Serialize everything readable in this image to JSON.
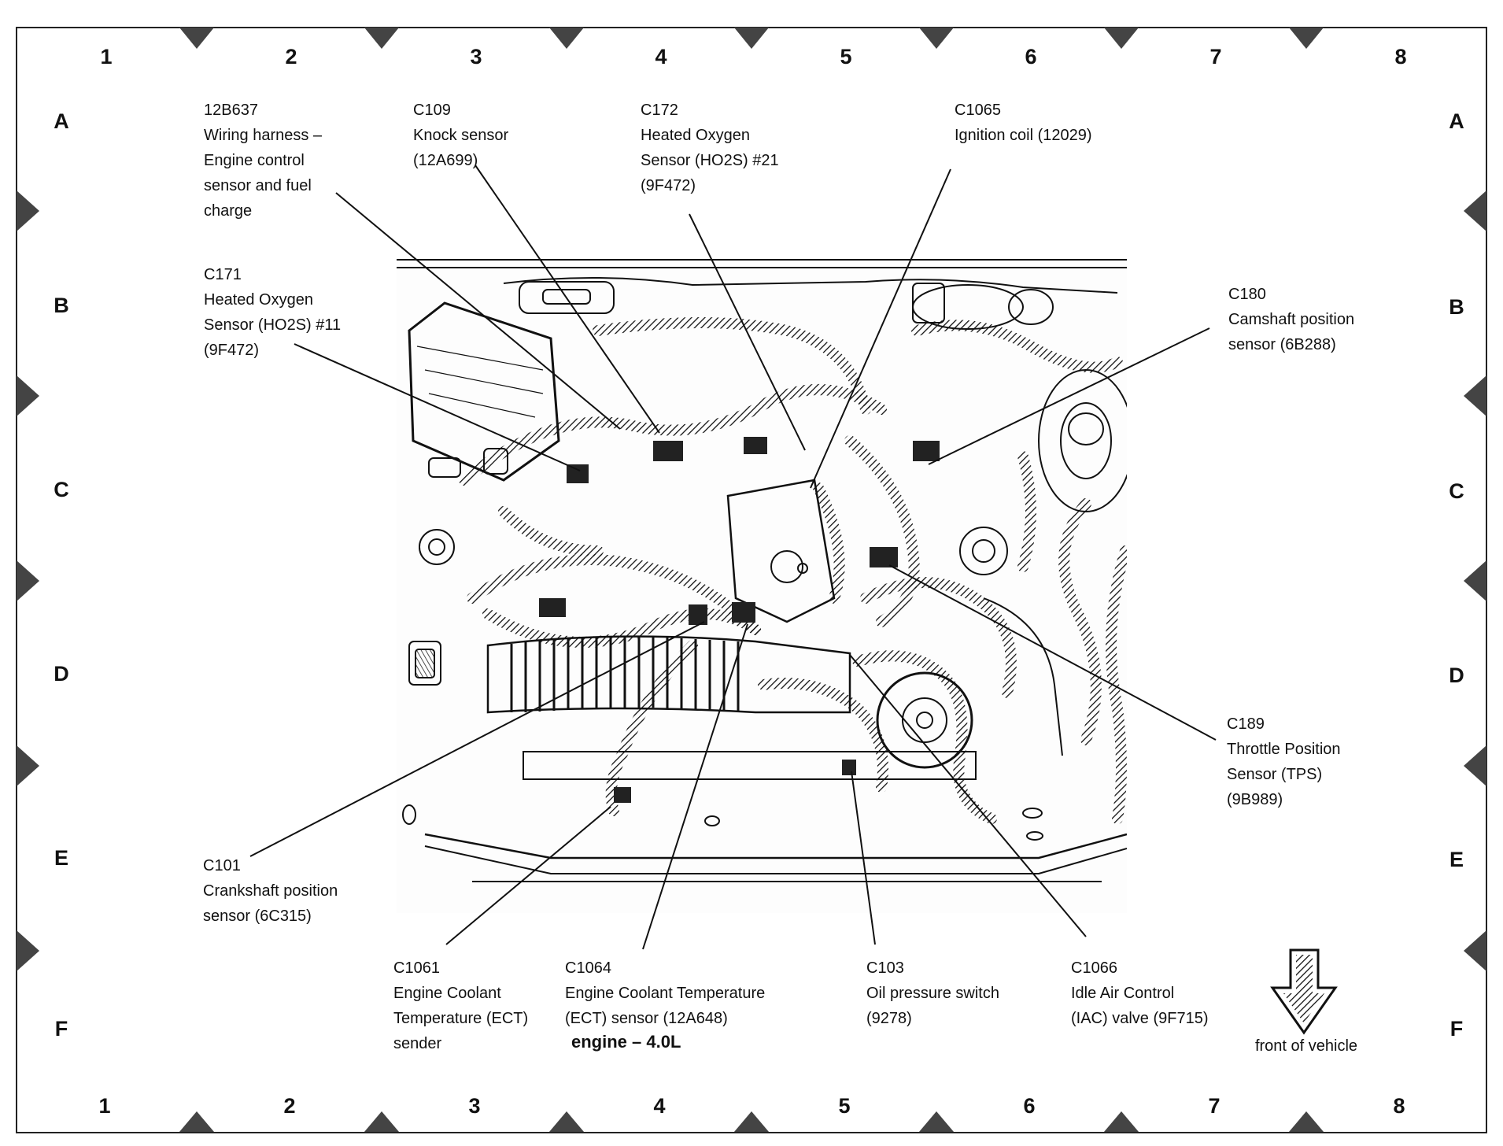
{
  "grid": {
    "columns": [
      "1",
      "2",
      "3",
      "4",
      "5",
      "6",
      "7",
      "8"
    ],
    "rows": [
      "A",
      "B",
      "C",
      "D",
      "E",
      "F"
    ]
  },
  "labels": {
    "wiring_harness": [
      "12B637",
      "Wiring harness –",
      "Engine control",
      "sensor and fuel",
      "charge"
    ],
    "knock_sensor": [
      "C109",
      "Knock sensor",
      "(12A699)"
    ],
    "ho2s_21": [
      "C172",
      "Heated Oxygen",
      "Sensor (HO2S) #21",
      "(9F472)"
    ],
    "ignition_coil": [
      "C1065",
      "Ignition coil (12029)"
    ],
    "ho2s_11": [
      "C171",
      "Heated Oxygen",
      "Sensor (HO2S) #11",
      "(9F472)"
    ],
    "camshaft_sensor": [
      "C180",
      "Camshaft position",
      "sensor (6B288)"
    ],
    "tps": [
      "C189",
      "Throttle Position",
      "Sensor (TPS)",
      "(9B989)"
    ],
    "crankshaft_sensor": [
      "C101",
      "Crankshaft position",
      "sensor (6C315)"
    ],
    "ect_sender": [
      "C1061",
      "Engine Coolant",
      "Temperature (ECT)",
      "sender"
    ],
    "ect_sensor": [
      "C1064",
      "Engine Coolant Temperature",
      "(ECT) sensor (12A648)"
    ],
    "oil_pressure": [
      "C103",
      "Oil pressure switch",
      "(9278)"
    ],
    "iac_valve": [
      "C1066",
      "Idle Air Control",
      "(IAC) valve (9F715)"
    ]
  },
  "caption": "engine – 4.0L",
  "front_of_vehicle": "front of vehicle"
}
